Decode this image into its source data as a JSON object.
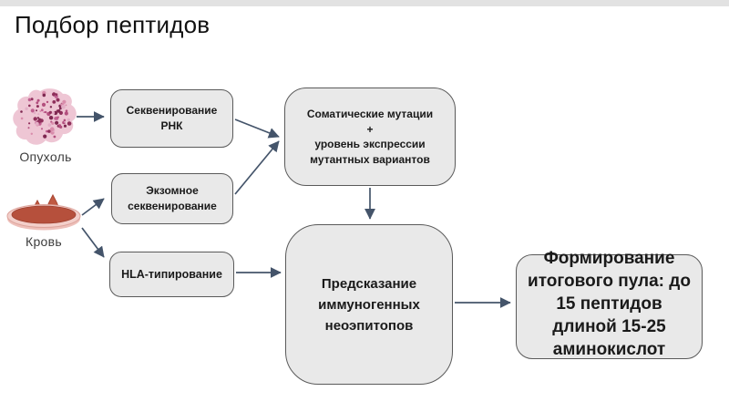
{
  "slide": {
    "title": "Подбор пептидов"
  },
  "theme": {
    "background": "#ffffff",
    "top_bar": "#e2e2e2",
    "box_fill": "#e9e9e9",
    "box_border": "#5a5a5a",
    "arrow_color": "#44546a",
    "text_color": "#1a1a1a",
    "tumor_pink": "#eec6d4",
    "tumor_dot_colors": [
      "#b34f7e",
      "#8f2f5b",
      "#d98cab",
      "#c06090",
      "#7e2750",
      "#e3aec6"
    ],
    "blood_red": "#b6503c",
    "dish_rim": "#f3cfca"
  },
  "sources": {
    "tumor": {
      "label": "Опухоль"
    },
    "blood": {
      "label": "Кровь"
    }
  },
  "nodes": {
    "rna_seq": {
      "lines": [
        "Секвенирование",
        "РНК"
      ]
    },
    "exome_seq": {
      "lines": [
        "Экзомное",
        "секвенирование"
      ]
    },
    "hla": {
      "lines": [
        "HLA-типирование"
      ]
    },
    "somatic": {
      "lines": [
        "Соматические мутации",
        "+",
        "уровень экспрессии",
        "мутантных вариантов"
      ]
    },
    "prediction": {
      "lines": [
        "Предсказание",
        "иммуногенных",
        "неоэпитопов"
      ]
    },
    "final_pool": {
      "lines": [
        "Формирование",
        "итогового пула: до",
        "15 пептидов",
        "длиной 15-25",
        "аминокислот"
      ]
    }
  },
  "edges": [
    "tumor → rna_seq",
    "blood → exome_seq",
    "blood → hla",
    "rna_seq → somatic",
    "exome_seq → somatic",
    "hla → prediction",
    "somatic → prediction",
    "prediction → final_pool"
  ]
}
